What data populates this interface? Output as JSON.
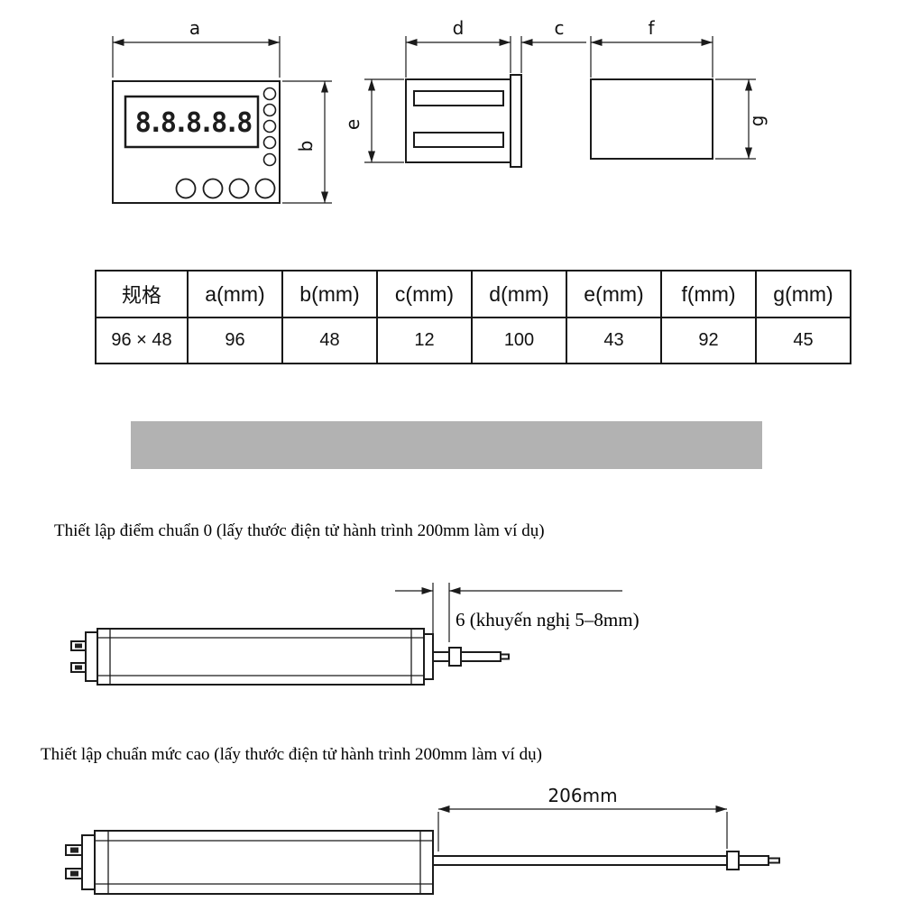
{
  "page": {
    "background": "#ffffff"
  },
  "colors": {
    "line": "#1b1b1b",
    "gray_bar": "#b2b2b2"
  },
  "views": {
    "front": {
      "display_value": "8.8.8.8.8"
    },
    "side": {},
    "cutout": {}
  },
  "dims": {
    "a": "a",
    "b": "b",
    "c": "c",
    "d": "d",
    "e": "e",
    "f": "f",
    "g": "g"
  },
  "table": {
    "headers": [
      "规格",
      "a(mm)",
      "b(mm)",
      "c(mm)",
      "d(mm)",
      "e(mm)",
      "f(mm)",
      "g(mm)"
    ],
    "row": [
      "96 × 48",
      "96",
      "48",
      "12",
      "100",
      "43",
      "92",
      "45"
    ]
  },
  "sections": {
    "zero_setup": {
      "title": "Thiết lập điểm chuẩn 0 (lấy thước điện tử hành trình 200mm làm ví dụ)",
      "dimension_label": "6 (khuyến nghị 5–8mm)"
    },
    "high_setup": {
      "title": "Thiết lập chuẩn mức cao (lấy thước điện tử hành trình 200mm làm ví dụ)",
      "dimension_label": "206mm"
    }
  }
}
